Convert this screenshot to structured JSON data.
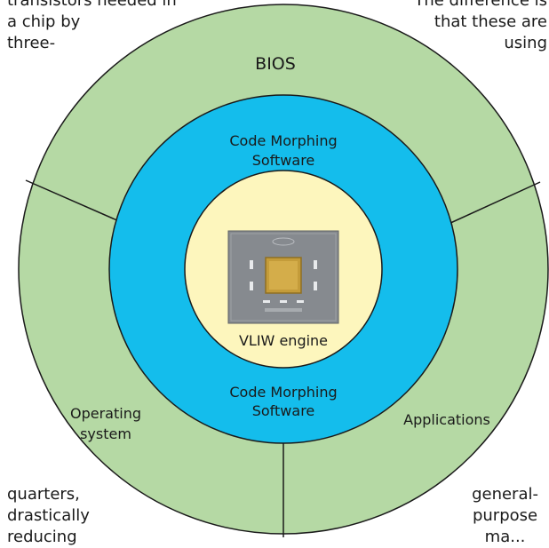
{
  "colors": {
    "outer_ring": "#b5d9a4",
    "middle_ring": "#14bdec",
    "inner_circle": "#fdf6bd",
    "chip_package": "#8a8d91",
    "chip_die": "#c49c3a",
    "stroke": "#1a1a1a"
  },
  "diagram": {
    "outer_ring_labels": {
      "bios": "BIOS",
      "operating_system": [
        "Operating",
        "system"
      ],
      "applications": "Applications"
    },
    "middle_ring_labels": {
      "top": [
        "Code Morphing",
        "Software"
      ],
      "bottom": [
        "Code Morphing",
        "Software"
      ]
    },
    "core_label": "VLIW engine",
    "chip_icon": "processor-chip-icon"
  },
  "surrounding_text": {
    "top_left": [
      "transistors needed in",
      "a chip by",
      "three-"
    ],
    "top_right": [
      "The difference is",
      "that these are",
      "using"
    ],
    "bottom_left": [
      "quarters,",
      "drastically",
      "reducing"
    ],
    "bottom_right": [
      "general-",
      "purpose",
      "ma..."
    ]
  }
}
